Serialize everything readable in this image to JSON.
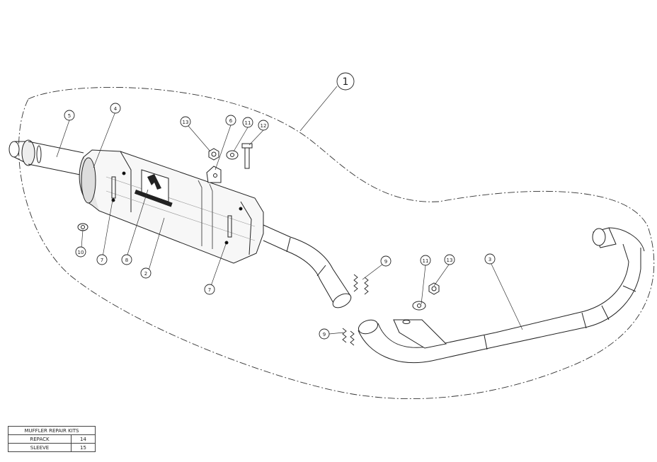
{
  "assembly": {
    "outline_callout": "1",
    "brand_logo": "akrapovic-logo"
  },
  "callouts": [
    {
      "id": "c1",
      "label": "1"
    },
    {
      "id": "c2",
      "label": "2"
    },
    {
      "id": "c3",
      "label": "3"
    },
    {
      "id": "c4",
      "label": "4"
    },
    {
      "id": "c5",
      "label": "5"
    },
    {
      "id": "c6",
      "label": "6"
    },
    {
      "id": "c7a",
      "label": "7"
    },
    {
      "id": "c7b",
      "label": "7"
    },
    {
      "id": "c8",
      "label": "8"
    },
    {
      "id": "c9a",
      "label": "9"
    },
    {
      "id": "c9b",
      "label": "9"
    },
    {
      "id": "c10",
      "label": "10"
    },
    {
      "id": "c11a",
      "label": "11"
    },
    {
      "id": "c11b",
      "label": "11"
    },
    {
      "id": "c12",
      "label": "12"
    },
    {
      "id": "c13a",
      "label": "13"
    },
    {
      "id": "c13b",
      "label": "13"
    }
  ],
  "repair_kits": {
    "title": "MUFFLER REPAIR KITS",
    "rows": [
      {
        "name": "REPACK",
        "number": "14"
      },
      {
        "name": "SLEEVE",
        "number": "15"
      }
    ]
  }
}
